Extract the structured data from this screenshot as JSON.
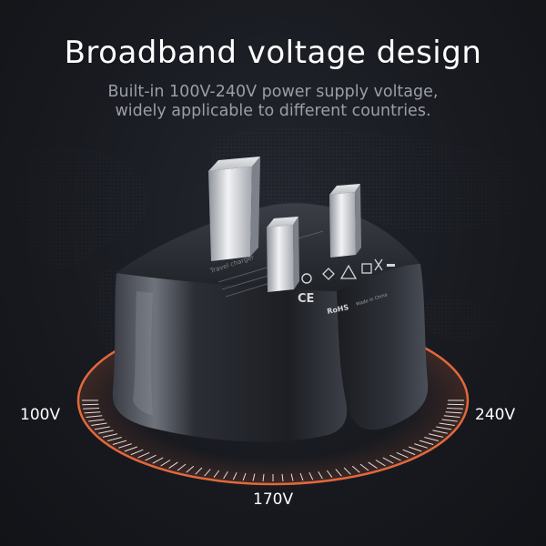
{
  "headline": "Broadband voltage design",
  "subtitle_line1": "Built-in 100V-240V power supply voltage,",
  "subtitle_line2": "widely applicable to different countries.",
  "voltage_labels": {
    "min": "100V",
    "mid": "170V",
    "max": "240V"
  },
  "charger_label": {
    "title": "Travel charger",
    "rohs": "RoHS",
    "made_in": "Made in China",
    "ce": "CE"
  },
  "colors": {
    "background": "#15171d",
    "arc_accent": "#e2683c",
    "tick": "#ffffff",
    "subtitle": "#9a9ea8"
  }
}
